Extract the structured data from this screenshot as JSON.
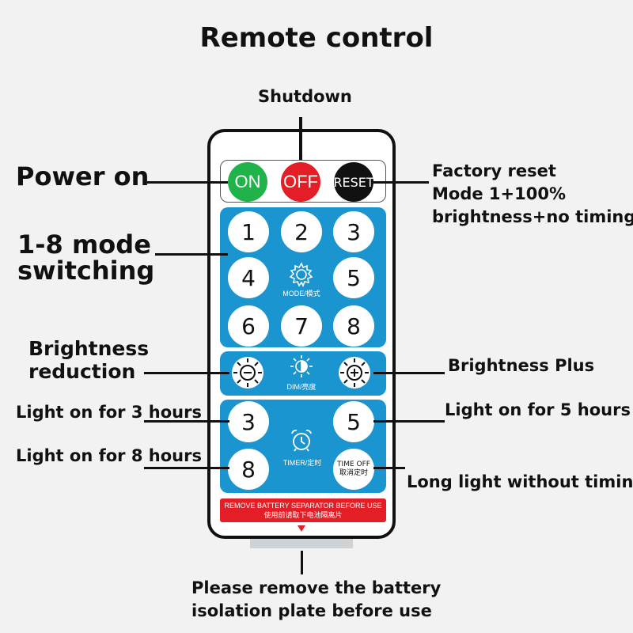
{
  "title": "Remote control",
  "labels": {
    "shutdown": "Shutdown",
    "power_on": "Power on",
    "factory_reset": "Factory reset",
    "factory_reset_l2": "Mode 1+100%",
    "factory_reset_l3": "brightness+no timing",
    "mode_switching_l1": "1-8 mode",
    "mode_switching_l2": "switching",
    "brightness_reduction_l1": "Brightness",
    "brightness_reduction_l2": "reduction",
    "brightness_plus": "Brightness Plus",
    "light_3h": "Light on for 3 hours",
    "light_5h": "Light on for 5 hours",
    "light_8h": "Light on for 8 hours",
    "long_light": "Long light without timing",
    "remove_l1": "Please remove the battery",
    "remove_l2": "isolation plate before use"
  },
  "remote": {
    "on": "ON",
    "off": "OFF",
    "reset": "RESET",
    "modes": [
      "1",
      "2",
      "3",
      "4",
      "5",
      "6",
      "7",
      "8"
    ],
    "mode_caption": "MODE/模式",
    "dim_caption": "DIM/亮度",
    "timer": [
      "3",
      "5",
      "8"
    ],
    "timer_caption": "TIMER/定时",
    "time_off_l1": "TIME OFF",
    "time_off_l2": "取消定时",
    "warning_l1": "REMOVE BATTERY SEPARATOR BEFORE USE",
    "warning_l2": "使用前请取下电池隔离片"
  },
  "colors": {
    "on": "#1fb34a",
    "off": "#e41e26",
    "reset": "#111111",
    "panel": "#1b95cf",
    "warning": "#e41e26"
  },
  "icons": [
    "gear-icon",
    "brightness-minus-icon",
    "dim-icon",
    "brightness-plus-icon",
    "alarm-clock-icon"
  ]
}
